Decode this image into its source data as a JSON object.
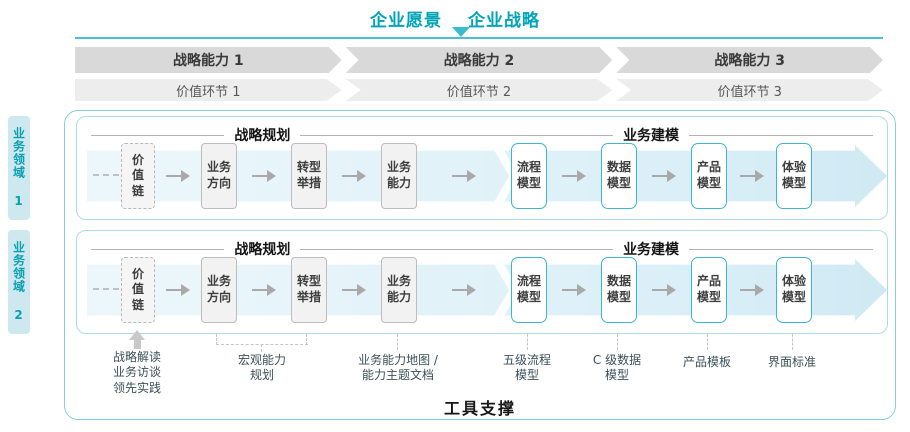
{
  "header": {
    "vision": "企业愿景",
    "strategy": "企业战略"
  },
  "capability_bar": [
    {
      "label": "战略能力 1"
    },
    {
      "label": "战略能力 2"
    },
    {
      "label": "战略能力 3"
    }
  ],
  "value_bar": [
    {
      "label": "价值环节 1"
    },
    {
      "label": "价值环节 2"
    },
    {
      "label": "价值环节 3"
    }
  ],
  "sidebar": [
    {
      "label": "业务领域 1"
    },
    {
      "label": "业务领域 2"
    }
  ],
  "domain_row": {
    "planning_header": "战略规划",
    "modeling_header": "业务建模",
    "boxes": [
      {
        "label": "价值链",
        "style": "dashed-gray"
      },
      {
        "label": "业务方向",
        "style": "gray"
      },
      {
        "label": "转型举措",
        "style": "gray"
      },
      {
        "label": "业务能力",
        "style": "gray"
      },
      {
        "label": "流程模型",
        "style": "blue"
      },
      {
        "label": "数据模型",
        "style": "blue"
      },
      {
        "label": "产品模型",
        "style": "blue"
      },
      {
        "label": "体验模型",
        "style": "blue"
      }
    ]
  },
  "annotations": [
    {
      "label": "战略解读\n业务访谈\n领先实践"
    },
    {
      "label": "宏观能力\n规划"
    },
    {
      "label": "业务能力地图 /\n能力主题文档"
    },
    {
      "label": "五级流程\n模型"
    },
    {
      "label": "C 级数据\n模型"
    },
    {
      "label": "产品模板"
    },
    {
      "label": "界面标准"
    }
  ],
  "tool_support": {
    "label": "工具支撑"
  },
  "colors": {
    "accent_teal": "#00a4b8",
    "flow_arrow_fill": "#dceff7",
    "blue_box_border": "#3db3d6",
    "capability_bar_gray": "#d9d9d9",
    "value_bar_gray": "#ededed"
  }
}
